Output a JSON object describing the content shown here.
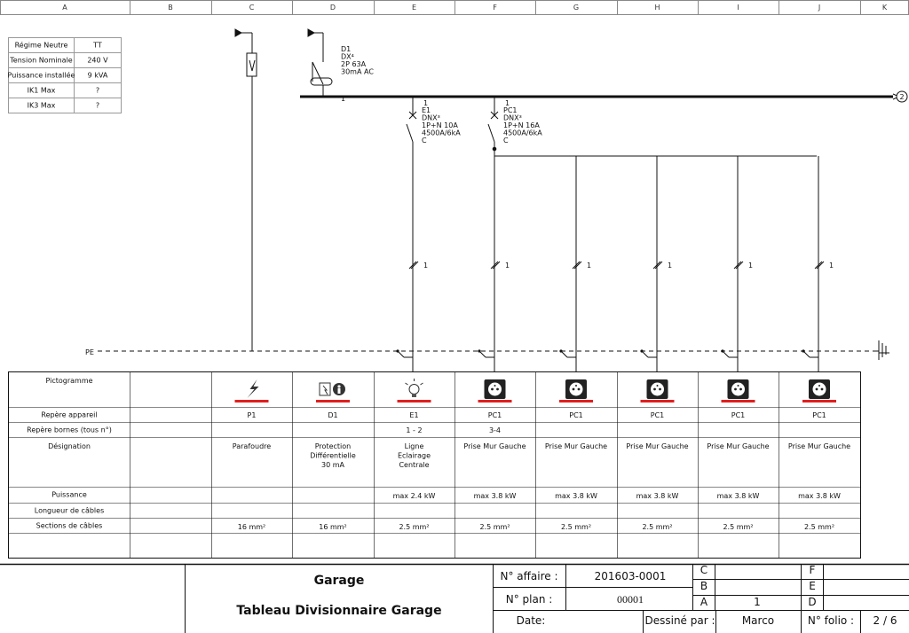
{
  "columns": [
    "A",
    "B",
    "C",
    "D",
    "E",
    "F",
    "G",
    "H",
    "I",
    "J",
    "K"
  ],
  "info_table": [
    {
      "label": "Régime Neutre",
      "value": "TT"
    },
    {
      "label": "Tension Nominale",
      "value": "240 V"
    },
    {
      "label": "Puissance installée",
      "value": "9 kVA"
    },
    {
      "label": "IK1 Max",
      "value": "?"
    },
    {
      "label": "IK3 Max",
      "value": "?"
    }
  ],
  "main_breaker": {
    "lines": [
      "D1",
      "DX⁴",
      "2P 63A",
      "30mA AC"
    ],
    "terminal": "1"
  },
  "bus_ref": "2",
  "breaker_e1": {
    "terminal": "1",
    "lines": [
      "E1",
      "DNX³",
      "1P+N 10A",
      "4500A/6kA",
      "C"
    ]
  },
  "breaker_pc1": {
    "terminal": "1",
    "lines": [
      "PC1",
      "DNX³",
      "1P+N 16A",
      "4500A/6kA",
      "C"
    ]
  },
  "cable_count": "1",
  "pe_label": "PE",
  "table": {
    "row_labels": [
      "Pictogramme",
      "Repère appareil",
      "Repère bornes (tous n°)",
      "Désignation",
      "Puissance",
      "Longueur de câbles",
      "Sections de câbles"
    ],
    "columns": [
      {
        "pictogram": "surge-arrester-icon",
        "repere": "P1",
        "bornes": "",
        "designation": [
          "Parafoudre"
        ],
        "puissance": "",
        "longueur": "",
        "section": "16 mm²"
      },
      {
        "pictogram": "differential-protection-icon",
        "repere": "D1",
        "bornes": "",
        "designation": [
          "Protection",
          "Différentielle",
          "30 mA"
        ],
        "puissance": "",
        "longueur": "",
        "section": "16 mm²"
      },
      {
        "pictogram": "light-bulb-icon",
        "repere": "E1",
        "bornes": "1 - 2",
        "designation": [
          "Ligne",
          "Eclairage",
          "Centrale"
        ],
        "puissance": "max 2.4 kW",
        "longueur": "",
        "section": "2.5 mm²"
      },
      {
        "pictogram": "socket-icon",
        "repere": "PC1",
        "bornes": "3-4",
        "designation": [
          "Prise Mur Gauche"
        ],
        "puissance": "max 3.8 kW",
        "longueur": "",
        "section": "2.5 mm²"
      },
      {
        "pictogram": "socket-icon",
        "repere": "PC1",
        "bornes": "",
        "designation": [
          "Prise Mur Gauche"
        ],
        "puissance": "max 3.8 kW",
        "longueur": "",
        "section": "2.5 mm²"
      },
      {
        "pictogram": "socket-icon",
        "repere": "PC1",
        "bornes": "",
        "designation": [
          "Prise Mur Gauche"
        ],
        "puissance": "max 3.8 kW",
        "longueur": "",
        "section": "2.5 mm²"
      },
      {
        "pictogram": "socket-icon",
        "repere": "PC1",
        "bornes": "",
        "designation": [
          "Prise Mur Gauche"
        ],
        "puissance": "max 3.8 kW",
        "longueur": "",
        "section": "2.5 mm²"
      },
      {
        "pictogram": "socket-icon",
        "repere": "PC1",
        "bornes": "",
        "designation": [
          "Prise Mur Gauche"
        ],
        "puissance": "max 3.8 kW",
        "longueur": "",
        "section": "2.5 mm²"
      }
    ]
  },
  "cartouche": {
    "project": "Garage",
    "drawing_title": "Tableau Divisionnaire Garage",
    "affaire_label": "N° affaire :",
    "affaire_value": "201603-0001",
    "plan_label": "N° plan :",
    "plan_value": "00001",
    "date_label": "Date:",
    "date_value": "",
    "drawn_label": "Dessiné par :",
    "drawn_value": "Marco",
    "folio_label": "N° folio :",
    "folio_value": "2 / 6",
    "rev_left": [
      {
        "letter": "C",
        "value": ""
      },
      {
        "letter": "B",
        "value": ""
      },
      {
        "letter": "A",
        "value": "1"
      }
    ],
    "rev_right": [
      {
        "letter": "F",
        "value": ""
      },
      {
        "letter": "E",
        "value": ""
      },
      {
        "letter": "D",
        "value": ""
      }
    ]
  },
  "colors": {
    "line": "#111111",
    "accent_red": "#e02020",
    "grid": "#999999"
  }
}
